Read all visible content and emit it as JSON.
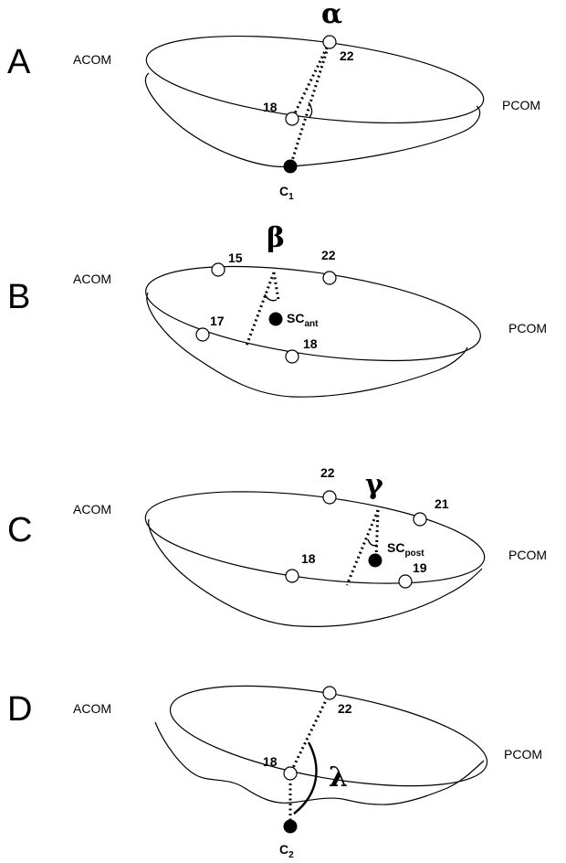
{
  "panels": [
    {
      "letter": "A",
      "left_label": "ACOM",
      "right_label": "PCOM",
      "angle": "α",
      "points": {
        "p22": "22",
        "p18": "18"
      },
      "center_label": "C",
      "center_sub": "1"
    },
    {
      "letter": "B",
      "left_label": "ACOM",
      "right_label": "PCOM",
      "angle": "β",
      "points": {
        "p15": "15",
        "p22": "22",
        "p17": "17",
        "p18": "18"
      },
      "center_label": "SC",
      "center_sub": "ant"
    },
    {
      "letter": "C",
      "left_label": "ACOM",
      "right_label": "PCOM",
      "angle": "γ",
      "points": {
        "p22": "22",
        "p21": "21",
        "p18": "18",
        "p19": "19"
      },
      "center_label": "SC",
      "center_sub": "post"
    },
    {
      "letter": "D",
      "left_label": "ACOM",
      "right_label": "PCOM",
      "angle": "λ",
      "points": {
        "p22": "22",
        "p18": "18"
      },
      "center_label": "C",
      "center_sub": "2"
    }
  ]
}
